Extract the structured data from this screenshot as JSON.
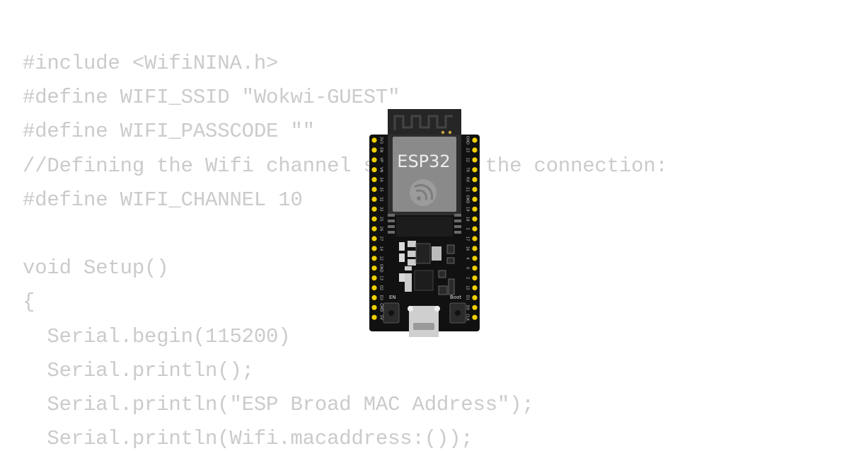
{
  "code_lines": [
    "#include <WifiNINA.h>",
    "#define WIFI_SSID \"Wokwi-GUEST\"",
    "#define WIFI_PASSCODE \"\"",
    "//Defining the Wifi channel speeds up the connection:",
    "#define WIFI_CHANNEL 10",
    "",
    "void Setup()",
    "{",
    "  Serial.begin(115200)",
    "  Serial.println();",
    "  Serial.println(\"ESP Broad MAC Address\");",
    "  Serial.println(Wifi.macaddress:());"
  ],
  "board": {
    "chip_label": "ESP32",
    "en_label": "EN",
    "boot_label": "Boot",
    "left_pins": [
      "3V3",
      "EN",
      "VP",
      "VN",
      "34",
      "35",
      "32",
      "33",
      "25",
      "26",
      "27",
      "14",
      "12",
      "GND",
      "13",
      "D2",
      "D3",
      "CMD",
      "5V"
    ],
    "right_pins": [
      "GND",
      "23",
      "22",
      "TX",
      "RX",
      "21",
      "GND",
      "19",
      "18",
      "5",
      "17",
      "16",
      "4",
      "0",
      "2",
      "15",
      "D1",
      "D0",
      "CLK"
    ],
    "colors": {
      "pcb": "#111111",
      "module": "#3a3a3a",
      "shield": "#8a8a8a",
      "pin": "#f0d000",
      "code_text": "#cbcbcb"
    }
  }
}
